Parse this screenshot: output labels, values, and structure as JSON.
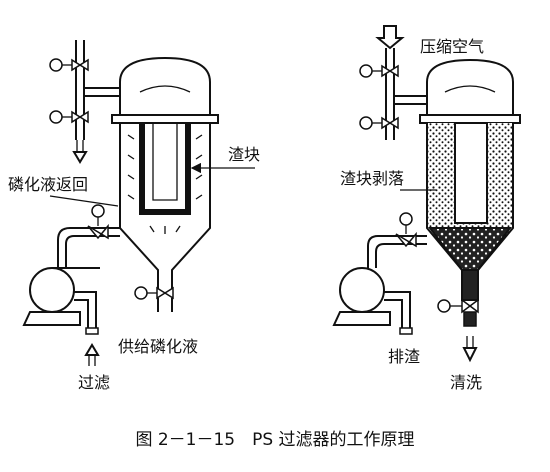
{
  "left_diagram": {
    "label_return": "磷化液返回",
    "label_cake": "渣块",
    "label_supply": "供给磷化液",
    "label_filter": "过滤"
  },
  "right_diagram": {
    "label_air": "压缩空气",
    "label_cake_fall": "渣块剥落",
    "label_discharge": "排渣",
    "label_wash": "清洗"
  },
  "caption": "图 2－1－15　PS 过滤器的工作原理"
}
